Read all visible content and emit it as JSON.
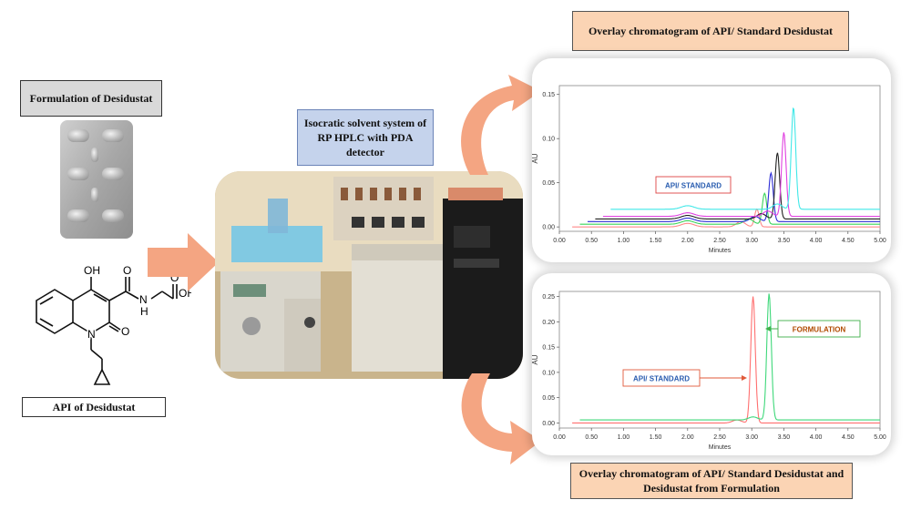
{
  "labels": {
    "formulation": "Formulation of Desidustat",
    "api": "API of Desidustat",
    "system": "Isocratic solvent system of RP HPLC with PDA detector",
    "overlay_top": "Overlay chromatogram of API/ Standard Desidustat",
    "overlay_bottom": "Overlay chromatogram of API/ Standard Desidustat and Desidustat from Formulation"
  },
  "structure": {
    "oh": "OH",
    "o_amide": "O",
    "nh": "N",
    "h": "H",
    "oh_acid": "OH",
    "o_acid": "O",
    "o_ring": "O",
    "n_ring": "N"
  },
  "colors": {
    "arrow": "#f4a582",
    "label_gray": "#d9d9d9",
    "label_blue": "#c5d3ec",
    "label_peach": "#fbd4b4"
  },
  "chart_data": [
    {
      "type": "line",
      "title": "",
      "xlabel": "Minutes",
      "ylabel": "AU",
      "xlim": [
        0.0,
        5.0
      ],
      "ylim": [
        -0.005,
        0.16
      ],
      "xticks": [
        "0.00",
        "0.50",
        "1.00",
        "1.50",
        "2.00",
        "2.50",
        "3.00",
        "3.50",
        "4.00",
        "4.50",
        "5.00"
      ],
      "yticks": [
        "0.00",
        "0.05",
        "0.10",
        "0.15"
      ],
      "annotation": "API/ STANDARD",
      "series": [
        {
          "color": "#ff8a8a",
          "offset": 0.0,
          "peak": 3.08,
          "height": 0.02
        },
        {
          "color": "#39d35a",
          "offset": 0.003,
          "peak": 3.2,
          "height": 0.035
        },
        {
          "color": "#2b2bd6",
          "offset": 0.006,
          "peak": 3.3,
          "height": 0.055
        },
        {
          "color": "#222222",
          "offset": 0.009,
          "peak": 3.4,
          "height": 0.075
        },
        {
          "color": "#e040e0",
          "offset": 0.012,
          "peak": 3.5,
          "height": 0.095
        },
        {
          "color": "#40e8e8",
          "offset": 0.02,
          "peak": 3.65,
          "height": 0.115
        }
      ]
    },
    {
      "type": "line",
      "title": "",
      "xlabel": "Minutes",
      "ylabel": "AU",
      "xlim": [
        0.0,
        5.0
      ],
      "ylim": [
        -0.01,
        0.26
      ],
      "xticks": [
        "0.00",
        "0.50",
        "1.00",
        "1.50",
        "2.00",
        "2.50",
        "3.00",
        "3.50",
        "4.00",
        "4.50",
        "5.00"
      ],
      "yticks": [
        "0.00",
        "0.05",
        "0.10",
        "0.15",
        "0.20",
        "0.25"
      ],
      "annotations": [
        "API/ STANDARD",
        "FORMULATION"
      ],
      "series": [
        {
          "color": "#ff7070",
          "offset": 0.0,
          "peak": 3.02,
          "height": 0.25
        },
        {
          "color": "#3fd87a",
          "offset": 0.006,
          "peak": 3.27,
          "height": 0.25
        }
      ]
    }
  ]
}
